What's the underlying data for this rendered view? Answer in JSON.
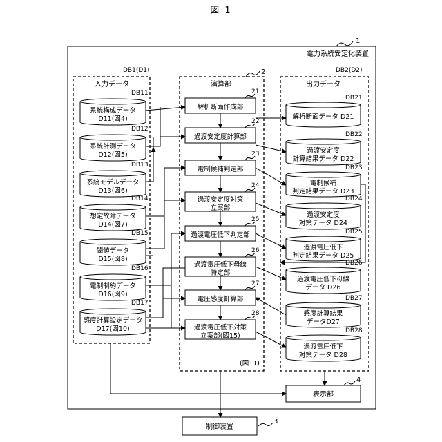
{
  "figure_title": "図 1",
  "device": {
    "label": "電力系統安定化装置",
    "ref": "1"
  },
  "input_group": {
    "id": "DB1(D1)",
    "title": "入力データ"
  },
  "compute_group": {
    "title": "演算部",
    "ref": "2",
    "note": "(図11)"
  },
  "output_group": {
    "id": "DB2(D2)",
    "title": "出力データ"
  },
  "inputs": [
    {
      "id": "DB11",
      "line1": "系統構成データ",
      "line2": "D11(図4)"
    },
    {
      "id": "DB12",
      "line1": "系統計測データ",
      "line2": "D12(図5)"
    },
    {
      "id": "DB13",
      "line1": "系統モデルデータ",
      "line2": "D13(図6)"
    },
    {
      "id": "DB14",
      "line1": "想定故障データ",
      "line2": "D14(図7)"
    },
    {
      "id": "DB15",
      "line1": "閾値データ",
      "line2": "D15(図8)"
    },
    {
      "id": "DB16",
      "line1": "電制制約データ",
      "line2": "D16(図9)"
    },
    {
      "id": "DB17",
      "line1": "感度計算設定データ",
      "line2": "D17(図10)"
    }
  ],
  "processes": [
    {
      "ref": "21",
      "line1": "解析断面作成部",
      "line2": ""
    },
    {
      "ref": "22",
      "line1": "過渡安定度計算部",
      "line2": ""
    },
    {
      "ref": "23",
      "line1": "電制候補判定部",
      "line2": ""
    },
    {
      "ref": "24",
      "line1": "過渡安定度対策",
      "line2": "立案部"
    },
    {
      "ref": "25",
      "line1": "過渡電圧低下判定部",
      "line2": ""
    },
    {
      "ref": "26",
      "line1": "過渡電圧低下母線",
      "line2": "特定部"
    },
    {
      "ref": "27",
      "line1": "電圧感度計算部",
      "line2": ""
    },
    {
      "ref": "28",
      "line1": "過渡電圧低下対策",
      "line2": "立案部(図15)"
    }
  ],
  "outputs": [
    {
      "id": "DB21",
      "line1": "解析断面データ D21",
      "line2": ""
    },
    {
      "id": "DB22",
      "line1": "過渡安定度",
      "line2": "計算結果データ D22"
    },
    {
      "id": "DB23",
      "line1": "電制候補",
      "line2": "判定結果データ D23"
    },
    {
      "id": "DB24",
      "line1": "過渡安定度",
      "line2": "対策データ D24"
    },
    {
      "id": "DB25",
      "line1": "過渡電圧低下",
      "line2": "判定結果データ D25"
    },
    {
      "id": "DB26",
      "line1": "過渡電圧低下母線",
      "line2": "データ D26"
    },
    {
      "id": "DB27",
      "line1": "感度計算結果",
      "line2": "データD27"
    },
    {
      "id": "DB28",
      "line1": "過渡電圧低下",
      "line2": "対策データ D28"
    }
  ],
  "display": {
    "label": "表示部",
    "ref": "4"
  },
  "control": {
    "label": "制御装置",
    "ref": "3"
  }
}
